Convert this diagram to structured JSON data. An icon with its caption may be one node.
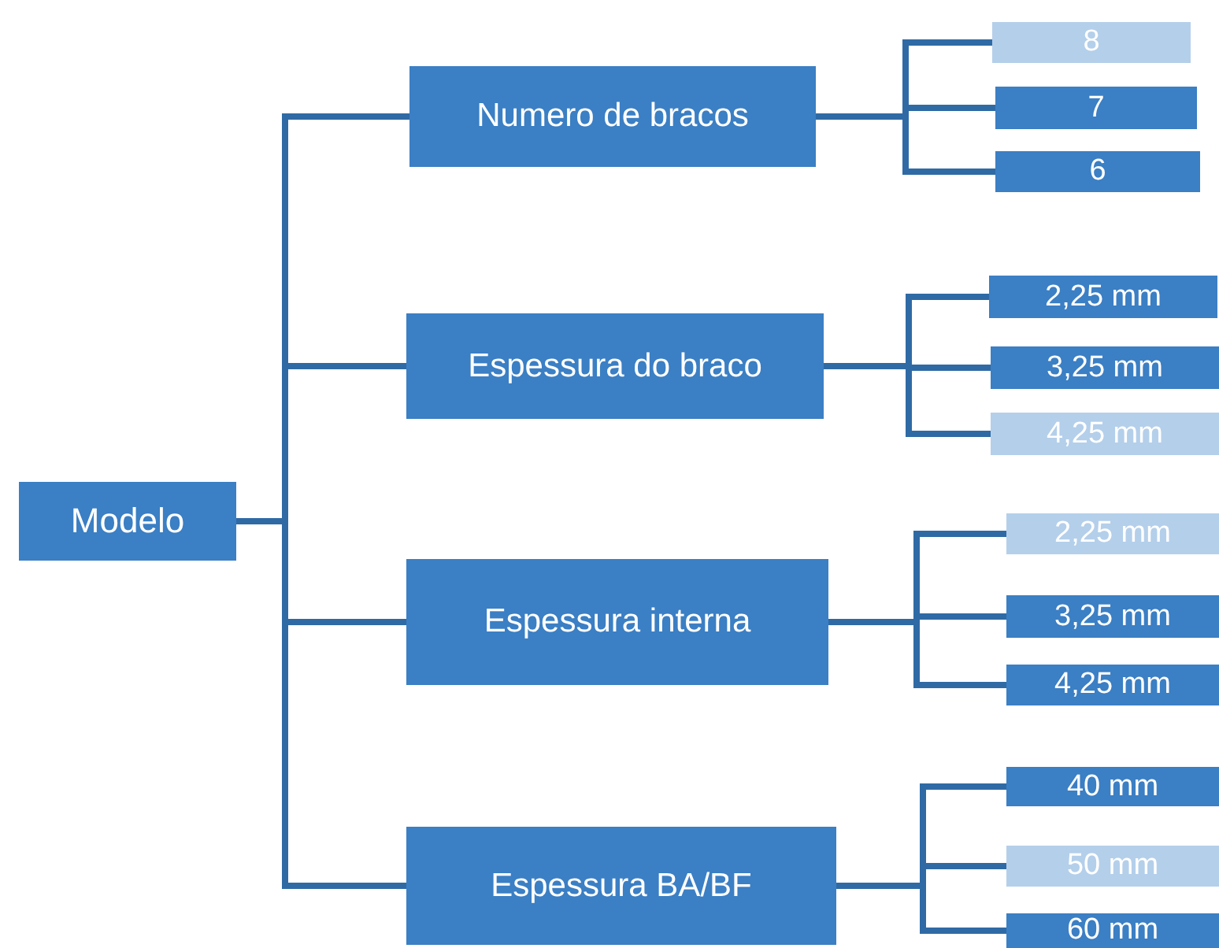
{
  "diagram": {
    "nodes": [
      {
        "text": [
          "Modelo"
        ]
      },
      {
        "text": [
          "Numero de bracos"
        ]
      },
      {
        "text": [
          "Espessura do braco"
        ]
      },
      {
        "text": [
          "Espessura interna"
        ]
      },
      {
        "text": [
          "Espessura BA/BF"
        ]
      },
      {
        "text": [
          "8"
        ]
      },
      {
        "text": [
          "7"
        ]
      },
      {
        "text": [
          "6"
        ]
      },
      {
        "text": [
          "2,25 mm"
        ]
      },
      {
        "text": [
          "3,25 mm"
        ]
      },
      {
        "text": [
          "4,25 mm"
        ]
      },
      {
        "text": [
          "2,25 mm"
        ]
      },
      {
        "text": [
          "3,25 mm"
        ]
      },
      {
        "text": [
          "4,25 mm"
        ]
      },
      {
        "text": [
          "40 mm"
        ]
      },
      {
        "text": [
          "50 mm"
        ]
      },
      {
        "text": [
          "60 mm"
        ]
      }
    ],
    "edges": [
      {
        "from": 0,
        "to": 1,
        "arrow": "none"
      },
      {
        "from": 0,
        "to": 2,
        "arrow": "none"
      },
      {
        "from": 0,
        "to": 3,
        "arrow": "none"
      },
      {
        "from": 0,
        "to": 4,
        "arrow": "none"
      },
      {
        "from": 1,
        "to": 5,
        "arrow": "none"
      },
      {
        "from": 1,
        "to": 6,
        "arrow": "none"
      },
      {
        "from": 1,
        "to": 7,
        "arrow": "none"
      },
      {
        "from": 2,
        "to": 8,
        "arrow": "none"
      },
      {
        "from": 2,
        "to": 9,
        "arrow": "none"
      },
      {
        "from": 2,
        "to": 10,
        "arrow": "none"
      },
      {
        "from": 3,
        "to": 11,
        "arrow": "none"
      },
      {
        "from": 3,
        "to": 12,
        "arrow": "none"
      },
      {
        "from": 3,
        "to": 13,
        "arrow": "none"
      },
      {
        "from": 4,
        "to": 14,
        "arrow": "none"
      },
      {
        "from": 4,
        "to": 15,
        "arrow": "none"
      },
      {
        "from": 4,
        "to": 16,
        "arrow": "none"
      }
    ]
  }
}
